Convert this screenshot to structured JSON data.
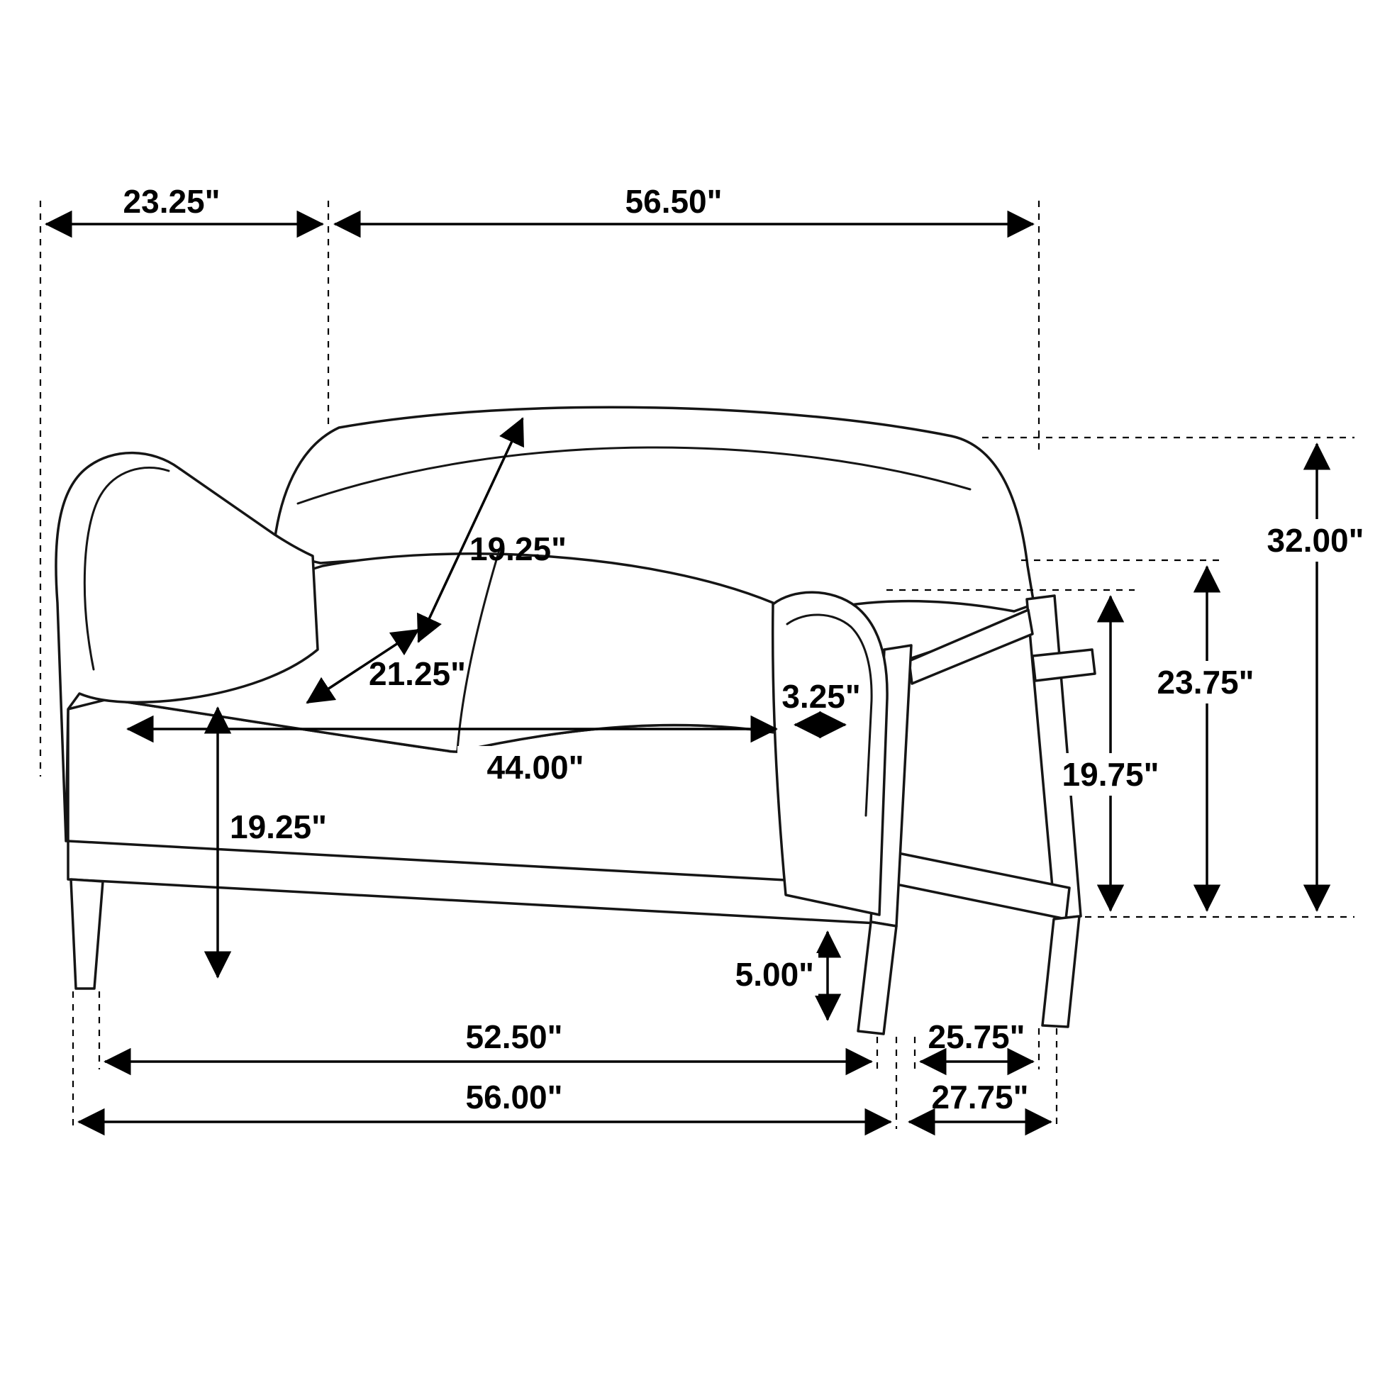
{
  "diagram": {
    "type": "furniture-dimension-drawing",
    "subject": "loveseat",
    "unit": "inches",
    "colors": {
      "line": "#000000",
      "background": "#ffffff"
    },
    "dims": {
      "arm_front_width": "23.25\"",
      "back_width": "56.50\"",
      "back_height": "19.25\"",
      "seat_depth": "21.25\"",
      "arm_thickness": "3.25\"",
      "seat_width": "44.00\"",
      "seat_height": "19.25\"",
      "overall_height": "32.00\"",
      "arm_height": "23.75\"",
      "rail_height": "19.75\"",
      "leg_height": "5.00\"",
      "leg_span_width": "52.50\"",
      "leg_span_depth": "25.75\"",
      "overall_width": "56.00\"",
      "overall_depth": "27.75\""
    }
  }
}
